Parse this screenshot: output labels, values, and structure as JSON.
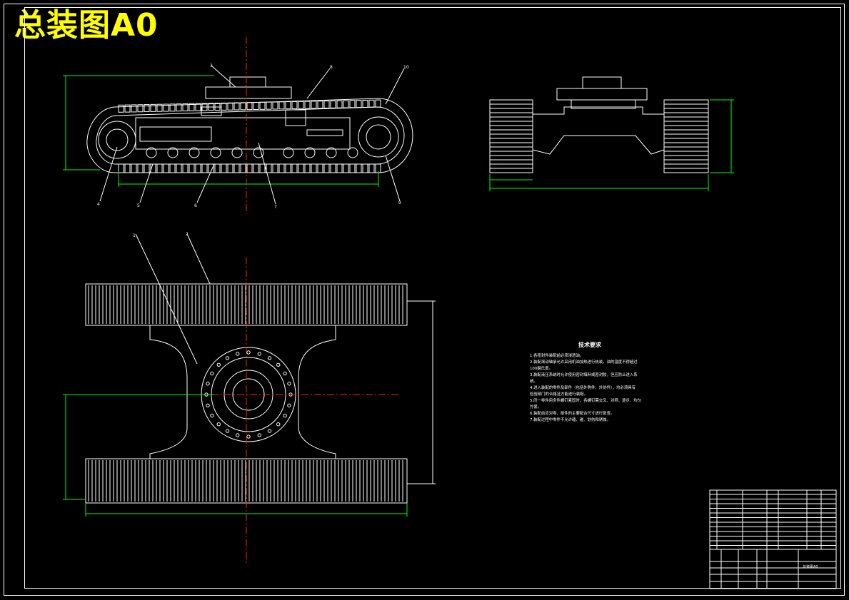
{
  "title": "总装图A0",
  "colors": {
    "background": "#000000",
    "lines": "#ffffff",
    "title": "#ffff00",
    "dimensions": "#00ff00",
    "centerlines": "#ff2020"
  },
  "side_view": {
    "balloons": [
      "3",
      "8",
      "10",
      "4",
      "5",
      "6",
      "7",
      "9"
    ]
  },
  "top_view": {
    "balloons": [
      "1",
      "2"
    ]
  },
  "tech_requirements": {
    "heading": "技术要求",
    "items": [
      "1.各密封件装配前必须浸透油。",
      "2.装配滚动轴承允许采用机油加热进行热装，油的温度不得超过",
      "100摄氏度。",
      "3.装配液压系统时允许使用密封填料或密封胶，但应防止进入系",
      "统。",
      "4.进入装配的零件及部件（包括外购件、外协件），均必须具有",
      "检验部门的合格证方能进行装配。",
      "5.同一零件用多件螺钉紧固时，各螺钉需交叉、对称、逐步、均匀",
      "拧紧。",
      "6.装配前应对零、部件的主要配合尺寸进行复查。",
      "7.装配过程中零件不允许磕、碰、划伤和锈蚀。"
    ]
  },
  "title_block": {
    "drawing_no": "总装图A0"
  }
}
